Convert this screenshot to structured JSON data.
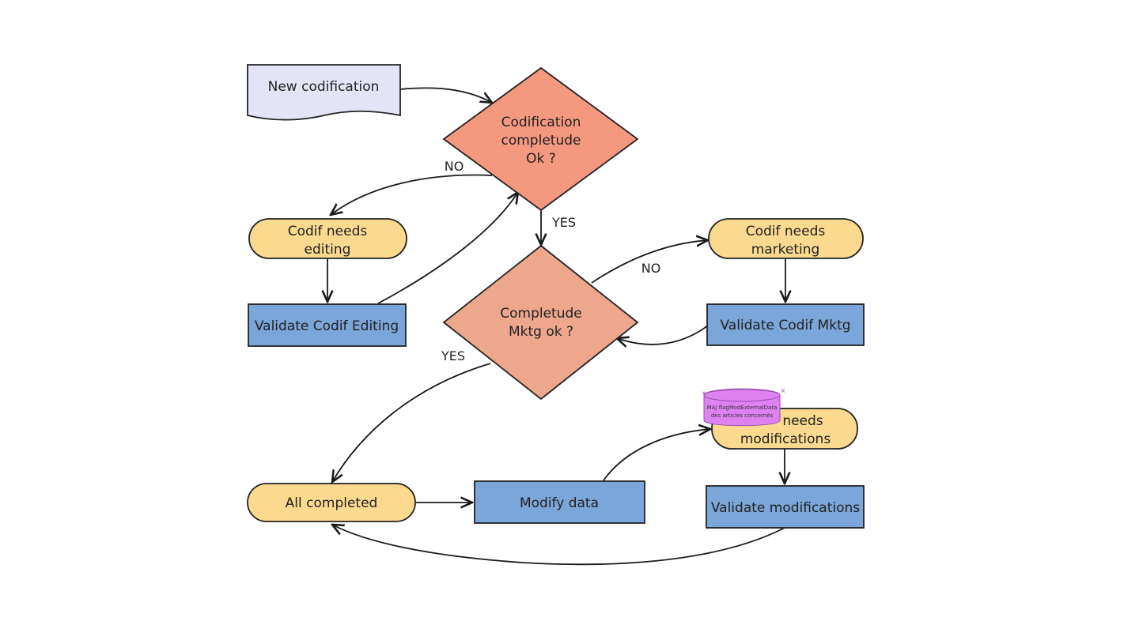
{
  "colors": {
    "document": "#e3e5f7",
    "decision_primary": "#f59880",
    "decision_secondary": "#eda78c",
    "terminal": "#fbd98e",
    "process": "#7ba6d9",
    "datastore": "#de82f2",
    "edge": "#1a1a1a"
  },
  "nodes": {
    "new_codification": {
      "label": "New codification"
    },
    "decision_codification": {
      "line1": "Codification",
      "line2": "completude",
      "line3": "Ok ?"
    },
    "codif_needs_editing": {
      "line1": "Codif needs",
      "line2": "editing"
    },
    "validate_codif_editing": {
      "label": "Validate Codif Editing"
    },
    "decision_mktg": {
      "line1": "Completude",
      "line2": "Mktg ok ?"
    },
    "codif_needs_marketing": {
      "line1": "Codif needs",
      "line2": "marketing"
    },
    "validate_codif_mktg": {
      "label": "Validate Codif Mktg"
    },
    "codif_needs_modifications": {
      "line1": "needs",
      "line2": "modifications"
    },
    "validate_modifications": {
      "label": "Validate modifications"
    },
    "all_completed": {
      "label": "All completed"
    },
    "modify_data": {
      "label": "Modify data"
    },
    "datastore_overlay": {
      "line1": "MAJ flagModExternalData",
      "line2": "des articles concernés"
    }
  },
  "edge_labels": {
    "no_top": "NO",
    "yes_top": "YES",
    "no_mktg": "NO",
    "yes_mktg": "YES"
  }
}
